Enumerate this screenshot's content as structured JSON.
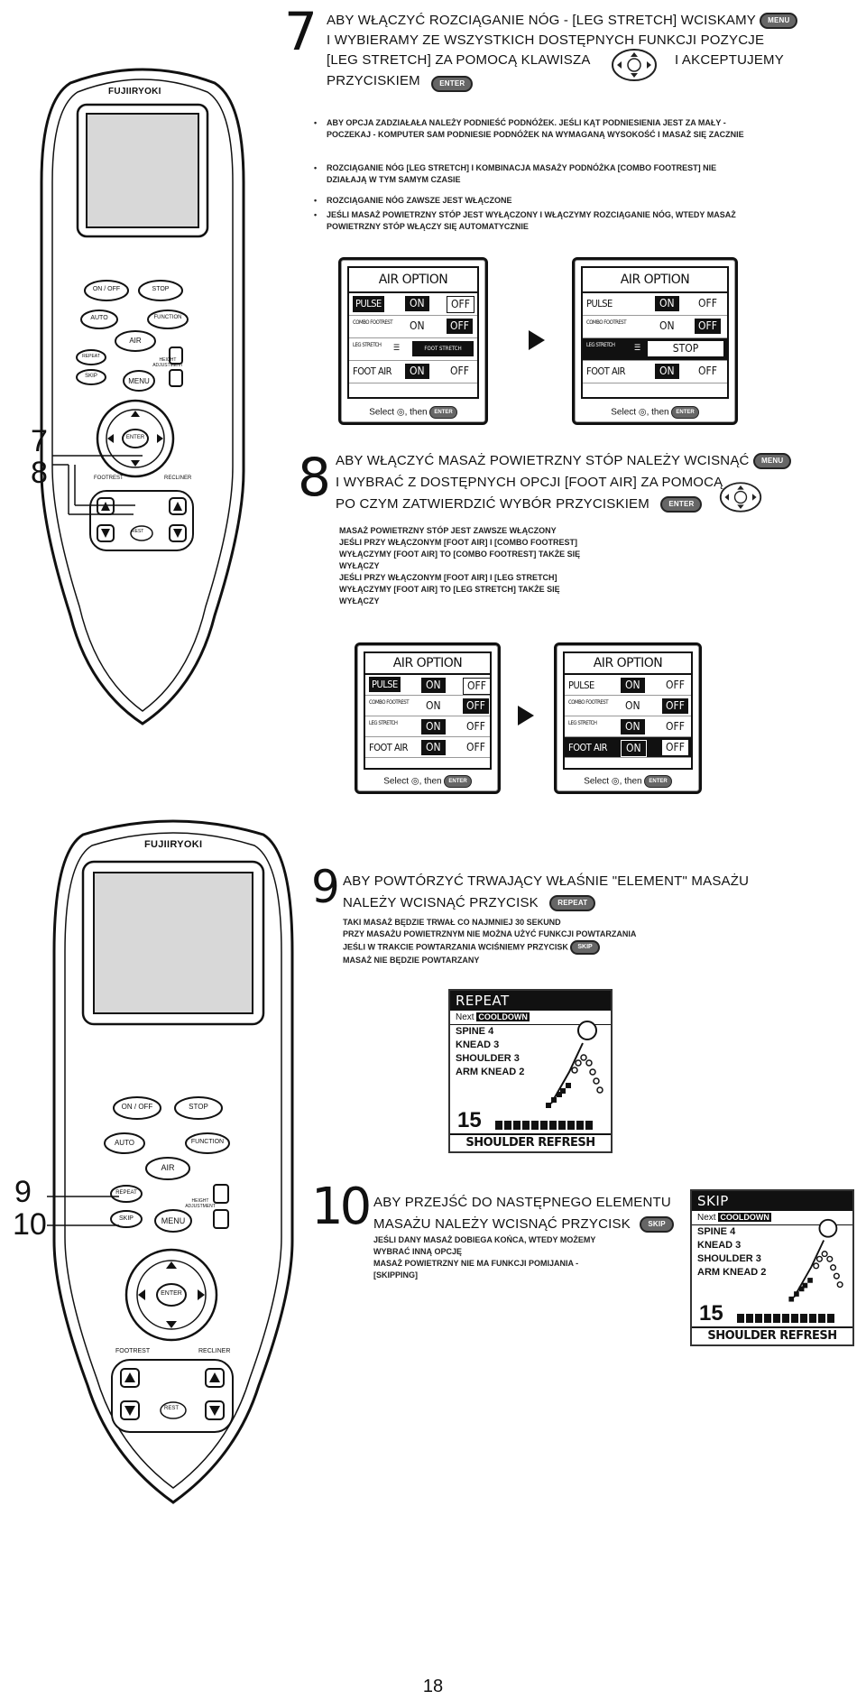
{
  "remote1": {
    "brand": "FUJIIRYOKI",
    "buttons": {
      "on_off": "ON / OFF",
      "stop": "STOP",
      "auto": "AUTO",
      "function": "FUNCTION",
      "air": "AIR",
      "repeat": "REPEAT",
      "skip": "SKIP",
      "menu": "MENU",
      "enter": "ENTER",
      "height_adjustment": "HEIGHT ADJUSTMENT",
      "footrest": "FOOTREST",
      "recliner": "RECLINER",
      "rest": "REST"
    }
  },
  "remote2": {
    "brand": "FUJIIRYOKI"
  },
  "step7": {
    "number": "7",
    "callout7": "7",
    "callout8": "8",
    "line1a": "ABY WŁĄCZYĆ ROZCIĄGANIE NÓG - [LEG STRETCH] WCISKAMY",
    "menu_btn": "MENU",
    "line2": "I WYBIERAMY ZE WSZYSTKICH DOSTĘPNYCH FUNKCJI POZYCJE",
    "line3a": "[LEG STRETCH] ZA POMOCĄ KLAWISZA",
    "line3b": "I AKCEPTUJEMY",
    "line4": "PRZYCISKIEM",
    "enter_btn": "ENTER",
    "notes": [
      "ABY OPCJA ZADZIAŁAŁA NALEŻY PODNIEŚĆ PODNÓŻEK. JEŚLI KĄT PODNIESIENIA JEST ZA MAŁY - POCZEKAJ - KOMPUTER SAM PODNIESIE PODNÓŻEK NA WYMAGANĄ WYSOKOŚĆ I MASAŻ SIĘ ZACZNIE",
      "ROZCIĄGANIE NÓG [LEG STRETCH] I KOMBINACJA MASAŻY PODNÓŻKA [COMBO FOOTREST] NIE DZIAŁAJĄ W TYM SAMYM CZASIE",
      "ROZCIĄGANIE NÓG ZAWSZE JEST WŁĄCZONE",
      "JEŚLI MASAŻ POWIETRZNY STÓP JEST WYŁĄCZONY I WŁĄCZYMY ROZCIĄGANIE NÓG, WTEDY MASAŻ POWIETRZNY STÓP WŁĄCZY SIĘ AUTOMATYCZNIE"
    ]
  },
  "screens7": {
    "title": "AIR OPTION",
    "pulse": "PULSE",
    "combo": "COMBO FOOTREST",
    "leg": "LEG STRETCH",
    "foot": "FOOT AIR",
    "on": "ON",
    "off": "OFF",
    "foot_stretch": "FOOT STRETCH",
    "stop": "STOP",
    "select": "Select",
    "then": ", then",
    "enter": "ENTER"
  },
  "step8": {
    "number": "8",
    "line1": "ABY WŁĄCZYĆ MASAŻ POWIETRZNY STÓP NALEŻY WCISNĄĆ",
    "menu_btn": "MENU",
    "line2": "I WYBRAĆ Z DOSTĘPNYCH OPCJI [FOOT AIR] ZA POMOCĄ",
    "line3": "PO CZYM ZATWIERDZIĆ WYBÓR PRZYCISKIEM",
    "enter_btn": "ENTER",
    "notes": [
      "MASAŻ POWIETRZNY STÓP JEST ZAWSZE WŁĄCZONY",
      "JEŚLI PRZY WŁĄCZONYM [FOOT AIR] I [COMBO FOOTREST]",
      "WYŁĄCZYMY [FOOT AIR] TO [COMBO FOOTREST] TAKŻE SIĘ",
      "WYŁĄCZY",
      "JEŚLI PRZY WŁĄCZONYM [FOOT AIR] I [LEG STRETCH]",
      "WYŁĄCZYMY [FOOT AIR] TO [LEG STRETCH] TAKŻE SIĘ",
      "WYŁĄCZY"
    ]
  },
  "step9": {
    "number": "9",
    "callout": "9",
    "line1": "ABY POWTÓRZYĆ TRWAJĄCY WŁAŚNIE \"ELEMENT\" MASAŻU",
    "line2": "NALEŻY WCISNĄĆ PRZYCISK",
    "repeat_btn": "REPEAT",
    "note1": "TAKI MASAŻ BĘDZIE TRWAŁ CO NAJMNIEJ 30 SEKUND",
    "note2": "PRZY MASAŻU POWIETRZNYM NIE MOŻNA UŻYĆ FUNKCJI POWTARZANIA",
    "note3": "JEŚLI W TRAKCIE POWTARZANIA WCIŚNIEMY PRZYCISK",
    "skip_btn": "SKIP",
    "note4": "MASAŻ NIE BĘDZIE POWTARZANY"
  },
  "lcd_repeat": {
    "title": "REPEAT",
    "next": "Next",
    "mode": "COOLDOWN",
    "line1": "SPINE 4",
    "line2": "KNEAD 3",
    "line3": "SHOULDER 3",
    "line4": "ARM KNEAD 2",
    "minutes": "15",
    "bottom": "SHOULDER REFRESH"
  },
  "step10": {
    "number": "10",
    "callout": "10",
    "line1": "ABY PRZEJŚĆ DO NASTĘPNEGO ELEMENTU",
    "line2": "MASAŻU NALEŻY WCISNĄĆ PRZYCISK",
    "skip_btn": "SKIP",
    "note1": "JEŚLI DANY MASAŻ DOBIEGA KOŃCA, WTEDY MOŻEMY",
    "note2": "WYBRAĆ INNĄ OPCJĘ",
    "note3": "MASAŻ POWIETRZNY NIE MA FUNKCJI POMIJANIA -",
    "note4": "[SKIPPING]"
  },
  "lcd_skip": {
    "title": "SKIP",
    "next": "Next",
    "mode": "COOLDOWN",
    "line1": "SPINE 4",
    "line2": "KNEAD 3",
    "line3": "SHOULDER 3",
    "line4": "ARM KNEAD 2",
    "minutes": "15",
    "bottom": "SHOULDER REFRESH"
  },
  "page_number": "18"
}
